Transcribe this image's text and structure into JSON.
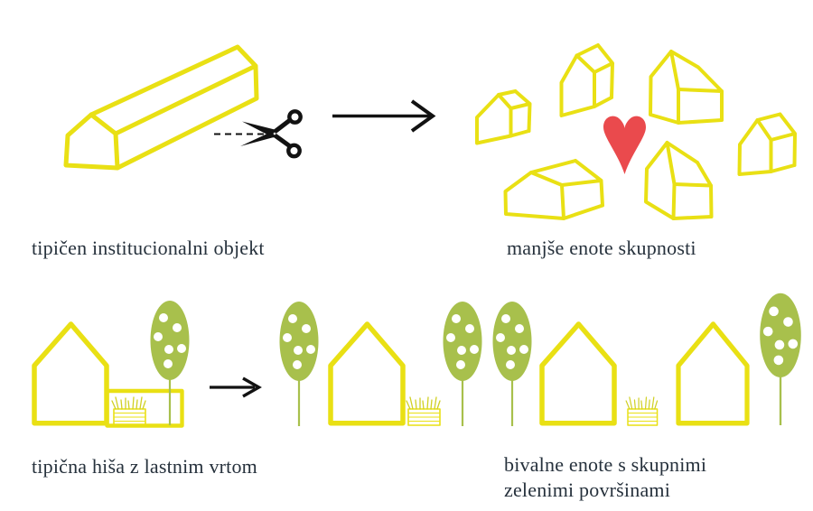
{
  "colors": {
    "yellow": "#e9e014",
    "olive": "#a8c04c",
    "grass": "#d0d024",
    "red": "#ea4a4d",
    "ink": "#26313c",
    "black": "#121212"
  },
  "captions": {
    "top_left": "tipičen institucionalni objekt",
    "top_right": "manjše enote skupnosti",
    "bottom_left": "tipična hiša z lastnim vrtom",
    "bottom_right_line1": "bivalne enote s skupnimi",
    "bottom_right_line2": "zelenimi površinami"
  },
  "icons": {
    "prism": "institutional-block-icon",
    "scissors": "scissors-icon",
    "cut_line": "cut-line",
    "arrow": "arrow-right-icon",
    "heart": "heart-icon",
    "small_house": "small-house-icon",
    "house": "house-icon",
    "tree": "tree-icon",
    "garden_bed": "garden-bed-icon",
    "fence": "garden-fence"
  }
}
